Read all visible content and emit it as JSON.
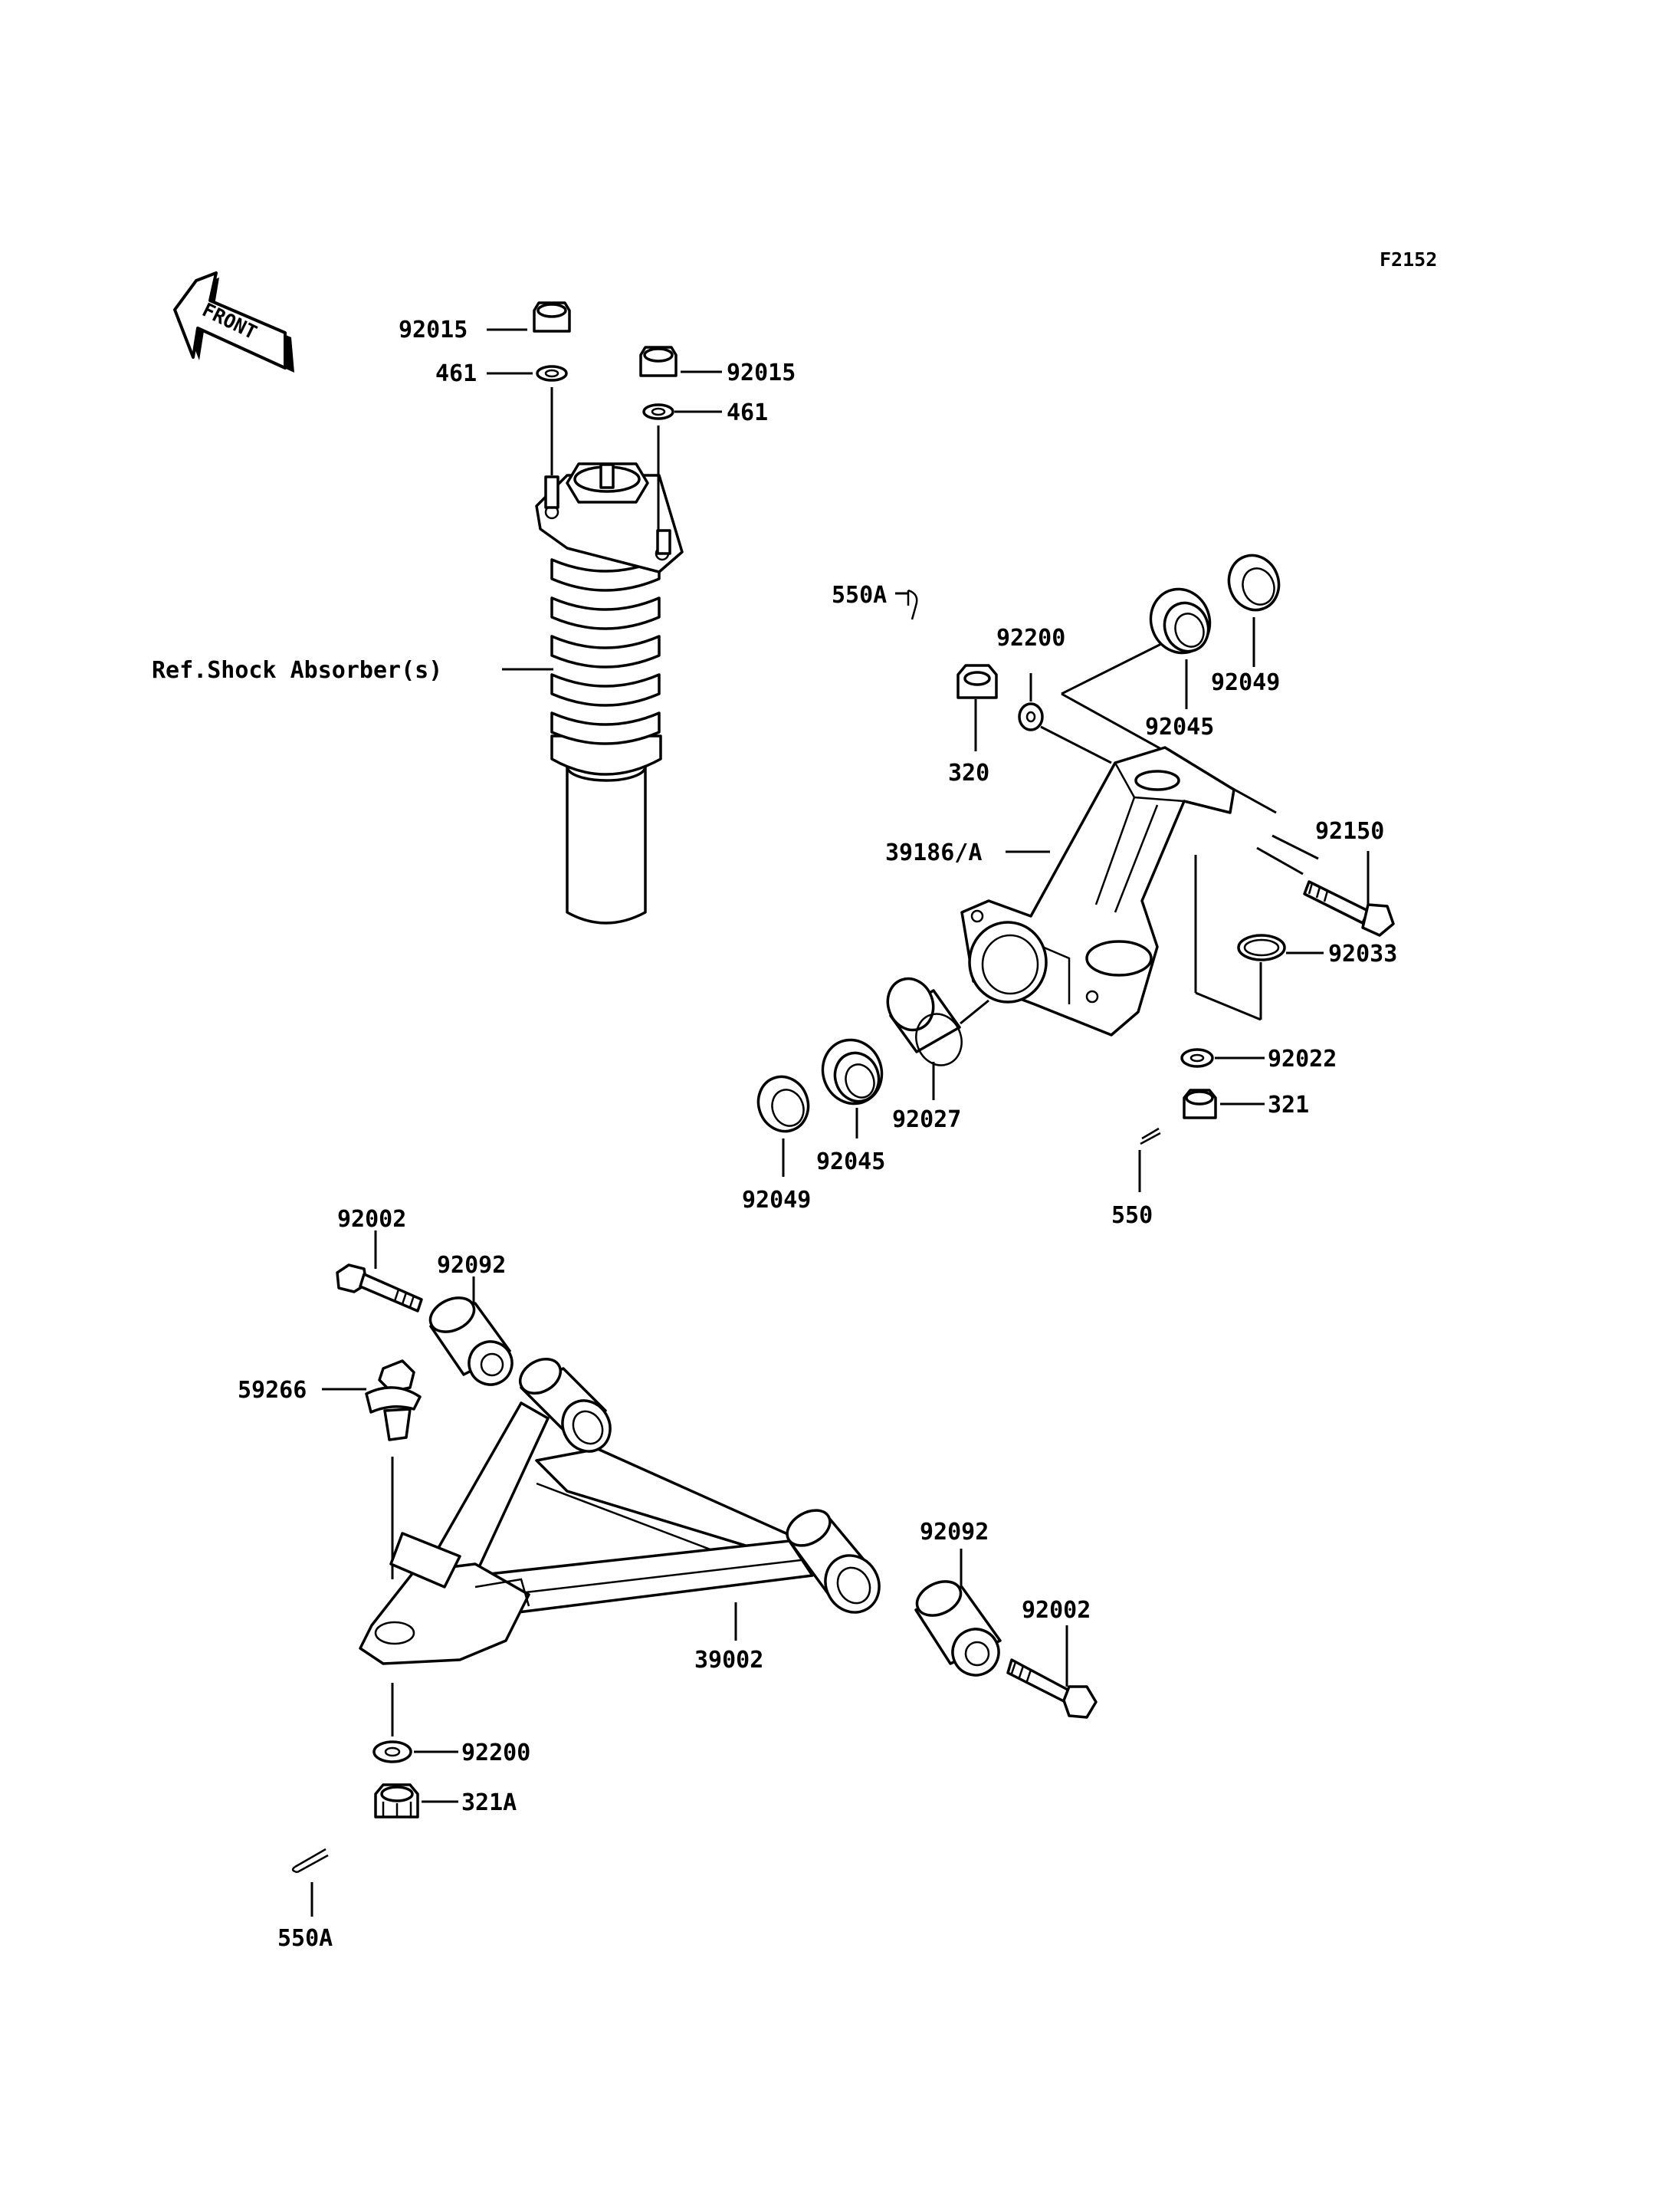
{
  "figure_code": "F2152",
  "front_badge": "FRONT",
  "reference_label": "Ref.Shock Absorber(s)",
  "labels": {
    "nut_92015_left": "92015",
    "washer_461_left": "461",
    "nut_92015_right": "92015",
    "washer_461_right": "461",
    "pin_550A_top": "550A",
    "washer_92200_top": "92200",
    "seal_92049_top": "92049",
    "bearing_92045_top": "92045",
    "nut_320": "320",
    "knuckle_39186A": "39186/A",
    "bolt_92150": "92150",
    "ring_92033": "92033",
    "washer_92022": "92022",
    "nut_321": "321",
    "pin_550": "550",
    "spacer_92027": "92027",
    "bearing_92045_bottom": "92045",
    "seal_92049_bottom": "92049",
    "bolt_92002_left": "92002",
    "bushing_92092_left": "92092",
    "balljoint_59266": "59266",
    "arm_39002": "39002",
    "bushing_92092_right": "92092",
    "bolt_92002_right": "92002",
    "washer_92200_bottom": "92200",
    "nut_321A": "321A",
    "pin_550A_bottom": "550A"
  }
}
